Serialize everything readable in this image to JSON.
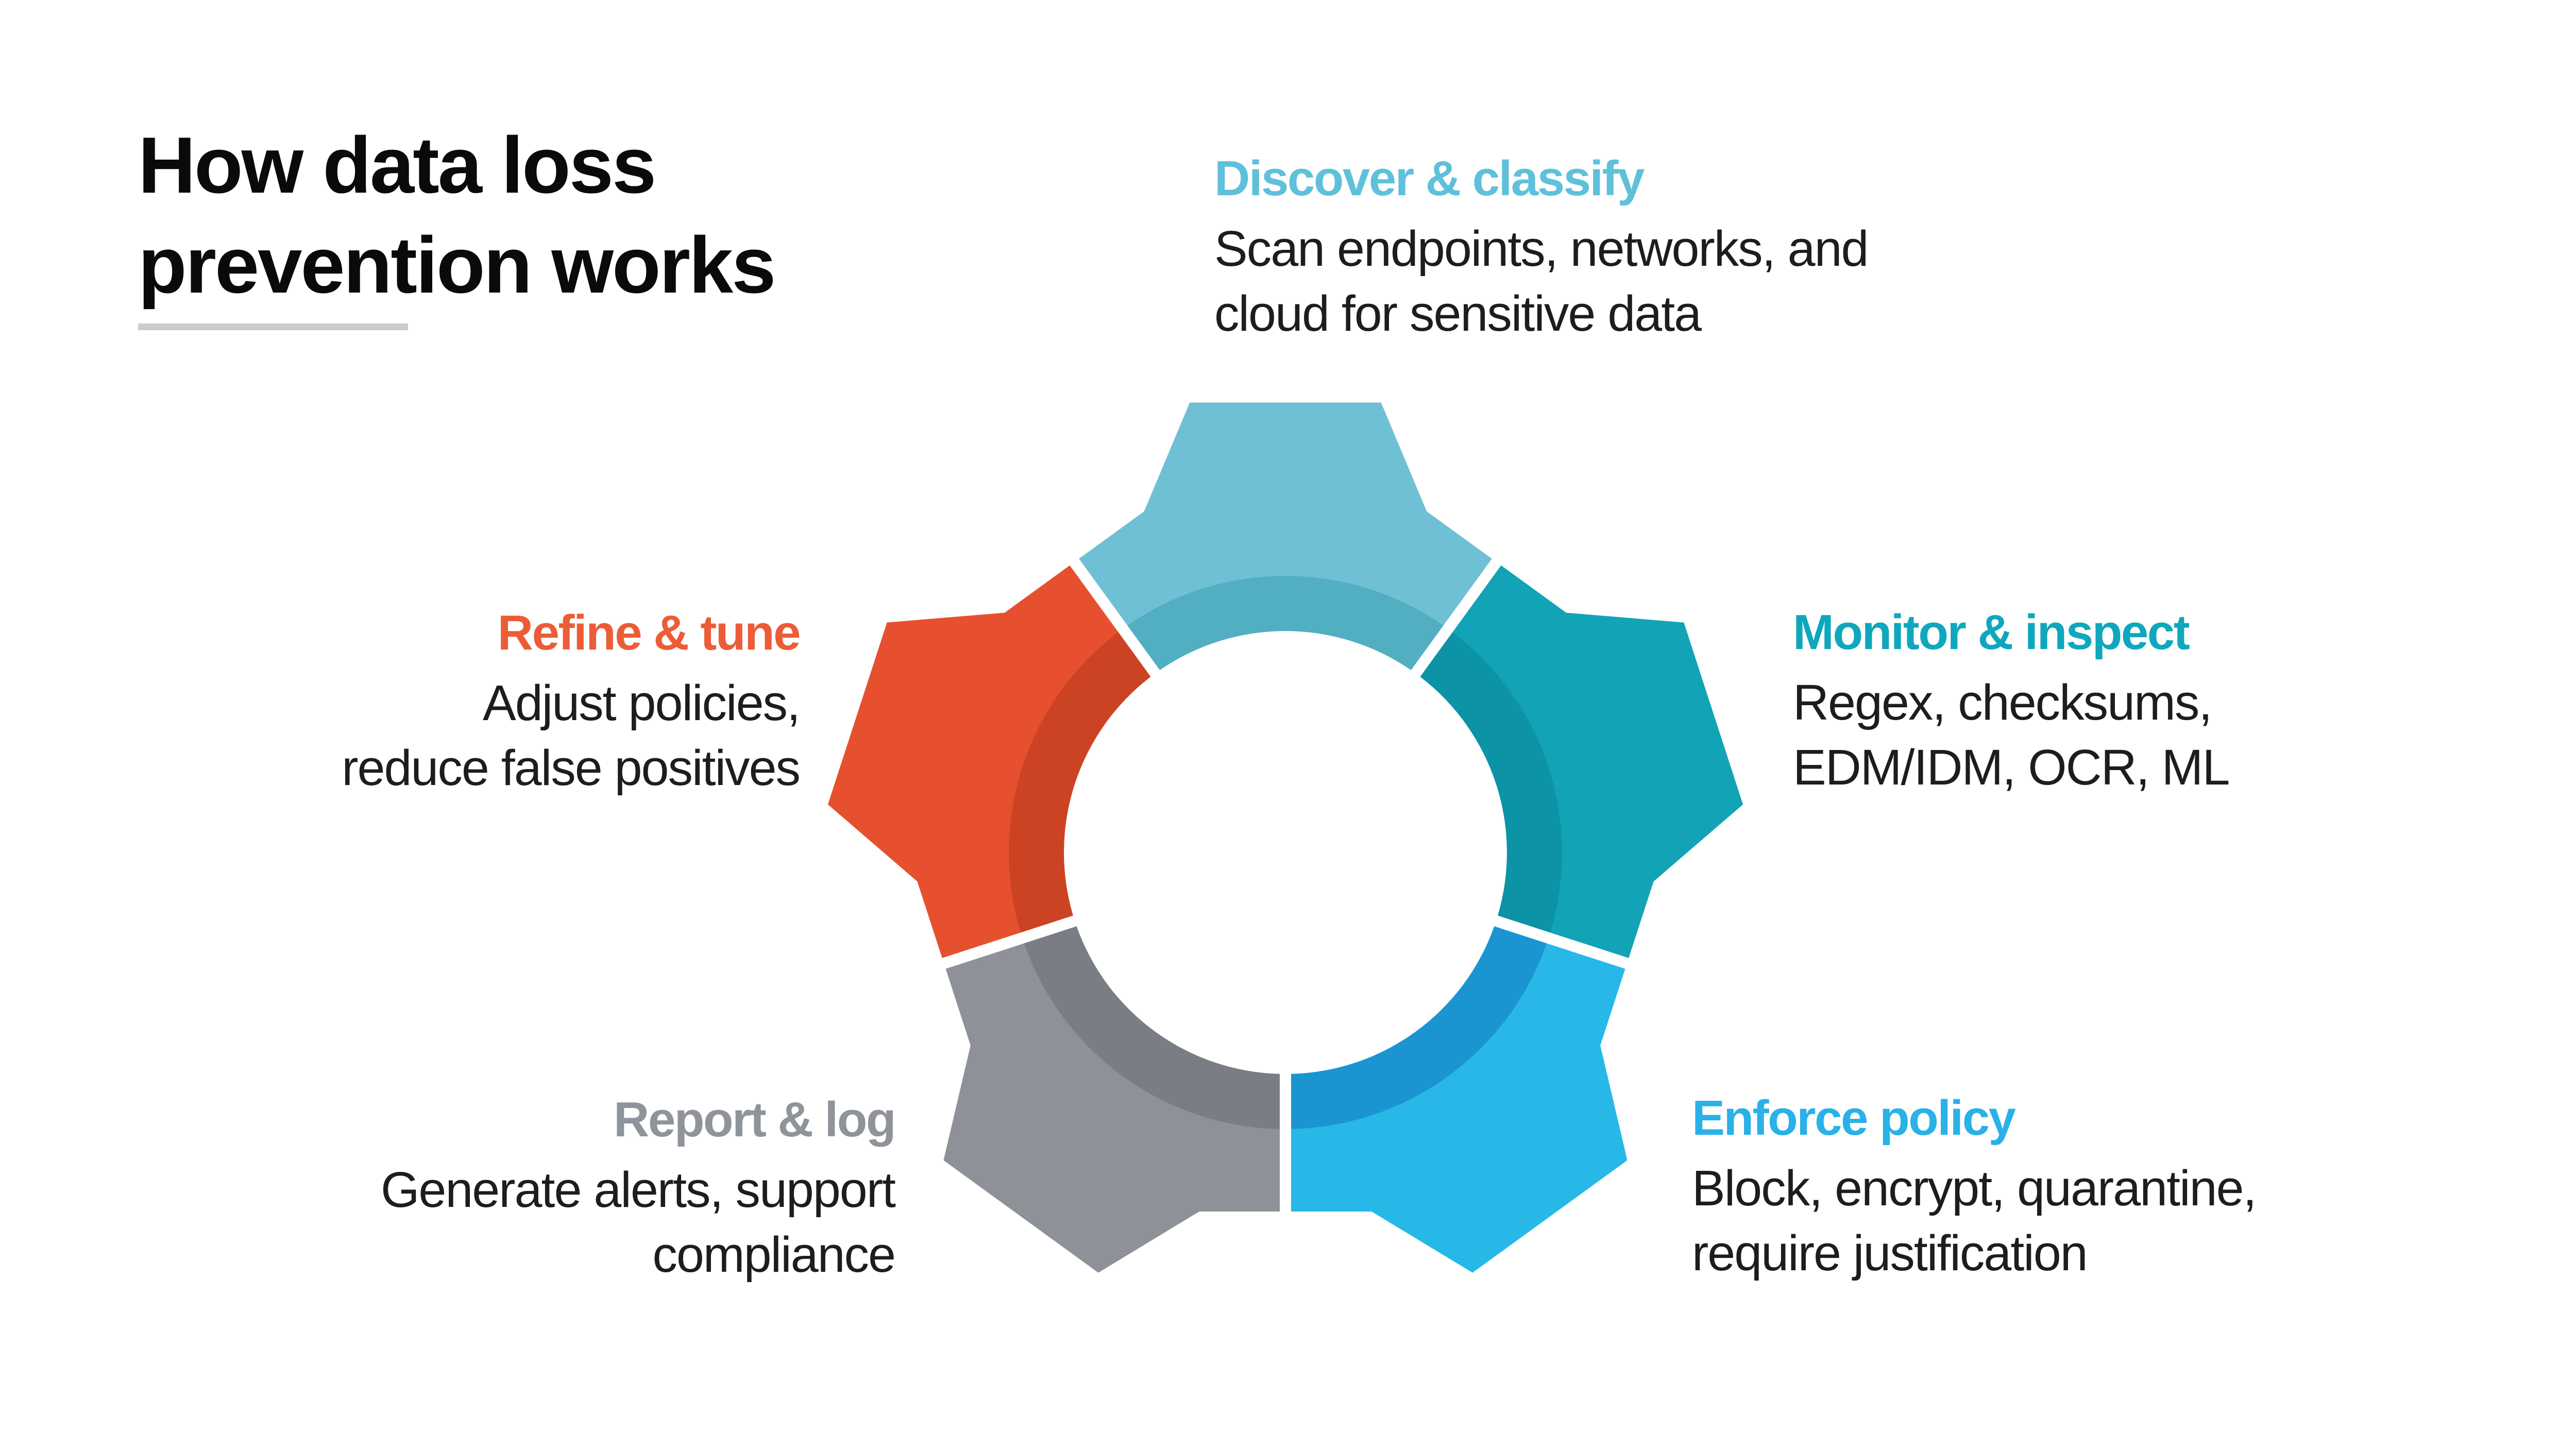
{
  "title": {
    "line1": "How data loss",
    "line2": "prevention works"
  },
  "colors": {
    "background": "#ffffff",
    "title_text": "#0a0a0a",
    "body_text": "#1d1d1d",
    "title_rule": "#cbcbcb",
    "gap": "#ffffff"
  },
  "diagram": {
    "type": "gear-cycle",
    "segment_count": 5
  },
  "steps": [
    {
      "id": "discover",
      "heading": "Discover & classify",
      "body_lines": [
        "Scan endpoints, networks, and",
        "cloud for sensitive data"
      ],
      "heading_color": "#5fc0da",
      "segment_color": "#6fc0d4",
      "segment_dark": "#52afc1",
      "angle": 0
    },
    {
      "id": "monitor",
      "heading": "Monitor & inspect",
      "body_lines": [
        "Regex, checksums,",
        "EDM/IDM, OCR, ML"
      ],
      "heading_color": "#0fa7bd",
      "segment_color": "#13a3b7",
      "segment_dark": "#0c93a6",
      "angle": 72
    },
    {
      "id": "enforce",
      "heading": "Enforce policy",
      "body_lines": [
        "Block, encrypt, quarantine,",
        "require justification"
      ],
      "heading_color": "#29b1e8",
      "segment_color": "#27b8e8",
      "segment_dark": "#1b95d1",
      "angle": 144
    },
    {
      "id": "report",
      "heading": "Report & log",
      "body_lines": [
        "Generate alerts, support",
        "compliance"
      ],
      "heading_color": "#8f939a",
      "segment_color": "#8e9197",
      "segment_dark": "#7a7d83",
      "angle": 216
    },
    {
      "id": "refine",
      "heading": "Refine & tune",
      "body_lines": [
        "Adjust policies,",
        "reduce false positives"
      ],
      "heading_color": "#ec5c37",
      "segment_color": "#e6502e",
      "segment_dark": "#cb4323",
      "angle": 288
    }
  ]
}
